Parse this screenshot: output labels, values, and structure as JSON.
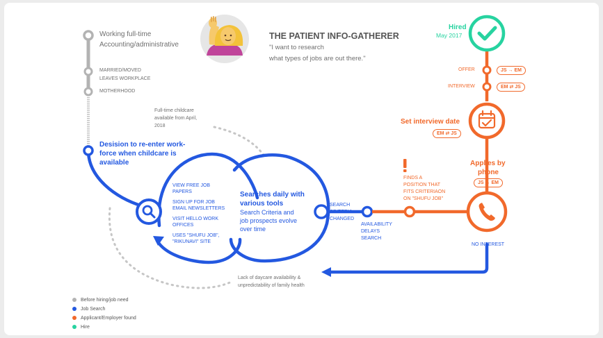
{
  "persona": {
    "title": "THE PATIENT INFO-GATHERER",
    "quote_line1": "\"I want to research",
    "quote_line2": "what types of jobs are out there.\"",
    "avatar_icon": "person-raising-hand-emoji"
  },
  "timeline": {
    "working_title": "Working full-time",
    "working_sub": "Accounting/administrative",
    "married_title": "MARRIED/MOVED",
    "married_sub": "LEAVES WORKPLACE",
    "motherhood": "MOTHERHOOD",
    "childcare_l1": "Full-time childcare",
    "childcare_l2": "available from April,",
    "childcare_l3": "2018",
    "decision_l1": "Desision to re-enter work-",
    "decision_l2": "force when childcare is",
    "decision_l3": "available"
  },
  "search_loop": {
    "tools": [
      "VIEW FREE JOB",
      "PAPERS",
      "SIGN UP FOR JOB",
      "EMAIL NEWSLETTERS",
      "VISIT HELLO WORK",
      "OFFICES",
      "USES \"SHUFU JOB\",",
      "\"RIKUNAVI\" SITE"
    ],
    "heading_l1": "Searches daily with",
    "heading_l2": "various tools",
    "body_l1": "Search Criteria and",
    "body_l2": "job prospects evolve",
    "body_l3": "over time",
    "lack_l1": "Lack of daycare availability &",
    "lack_l2": "unpredictability of family health"
  },
  "path": {
    "criteria_l1": "SEARCH",
    "criteria_l2": "CRITERIA",
    "criteria_l3": "CHANGED",
    "avail_l1": "AVAILABILITY",
    "avail_l2": "DELAYS",
    "avail_l3": "SEARCH",
    "finds_l1": "FINDS A",
    "finds_l2": "POSITION THAT",
    "finds_l3": "FITS CRITERIAON",
    "finds_l4": "ON \"SHUFU JOB\"",
    "no_interest": "NO INTEREST",
    "applies_l1": "Applies by",
    "applies_l2": "phone",
    "applies_pill": "JS → EM",
    "interview_date": "Set interview date",
    "interview_date_pill": "EM ⇄ JS",
    "interview": "INTERVIEW",
    "interview_pill": "EM ⇄ JS",
    "offer": "OFFER",
    "offer_pill": "JS → EM",
    "hired": "Hired",
    "hired_date": "May 2017"
  },
  "legend": [
    {
      "label": "Before hiring/job need",
      "color": "#b3b3b3"
    },
    {
      "label": "Job Search",
      "color": "#2358e0"
    },
    {
      "label": "Applicant/Employer found",
      "color": "#f1692b"
    },
    {
      "label": "Hire",
      "color": "#27d3a0"
    }
  ],
  "colors": {
    "gray": "#b3b3b3",
    "blue": "#2358e0",
    "orange": "#f1692b",
    "green": "#27d3a0"
  }
}
